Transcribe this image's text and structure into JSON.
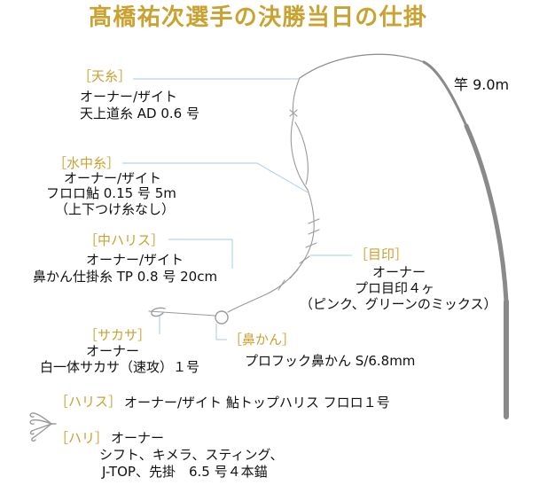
{
  "title": "髙橋祐次選手の決勝当日の仕掛",
  "rod_label": "竿 9.0m",
  "callouts": {
    "tenito": {
      "label": "［天糸］",
      "lines": [
        "オーナー/ザイト",
        "天上道糸 AD 0.6 号"
      ]
    },
    "suichuito": {
      "label": "［水中糸］",
      "lines": [
        "オーナー/ザイト",
        "フロロ鮎 0.15 号 5m",
        "（上下つけ糸なし）"
      ]
    },
    "nakaharisu": {
      "label": "［中ハリス］",
      "lines": [
        "オーナー/ザイト",
        "鼻かん仕掛糸 TP 0.8 号 20cm"
      ]
    },
    "mejirushi": {
      "label": "［目印］",
      "lines": [
        "オーナー",
        "プロ目印４ヶ",
        "（ピンク、グリーンのミックス）"
      ]
    },
    "sakasa": {
      "label": "［サカサ］",
      "lines": [
        "オーナー",
        "白一体サカサ（速攻）１号"
      ]
    },
    "hanakan": {
      "label": "［鼻かん］",
      "lines": [
        "プロフック鼻かん S/6.8mm"
      ]
    },
    "harisu": {
      "label": "［ハリス］",
      "lines": [
        "オーナー/ザイト 鮎トップハリス フロロ１号"
      ]
    },
    "hari": {
      "label": "［ハリ］",
      "lines": [
        "オーナー",
        "シフト、キメラ、スティング、",
        "J-TOP、先掛　6.5 号４本錨"
      ]
    }
  },
  "icons": {
    "rod": "fishing-rod-icon",
    "nose_ring": "nose-ring-icon",
    "sakasa": "sakasa-hook-icon",
    "hooks": "four-hook-anchor-icon"
  },
  "colors": {
    "accent": "#c9a231",
    "leader": "#a9cbe6",
    "rod": "#8a8a8a",
    "rig": "#9a9a9a",
    "text": "#111111"
  }
}
